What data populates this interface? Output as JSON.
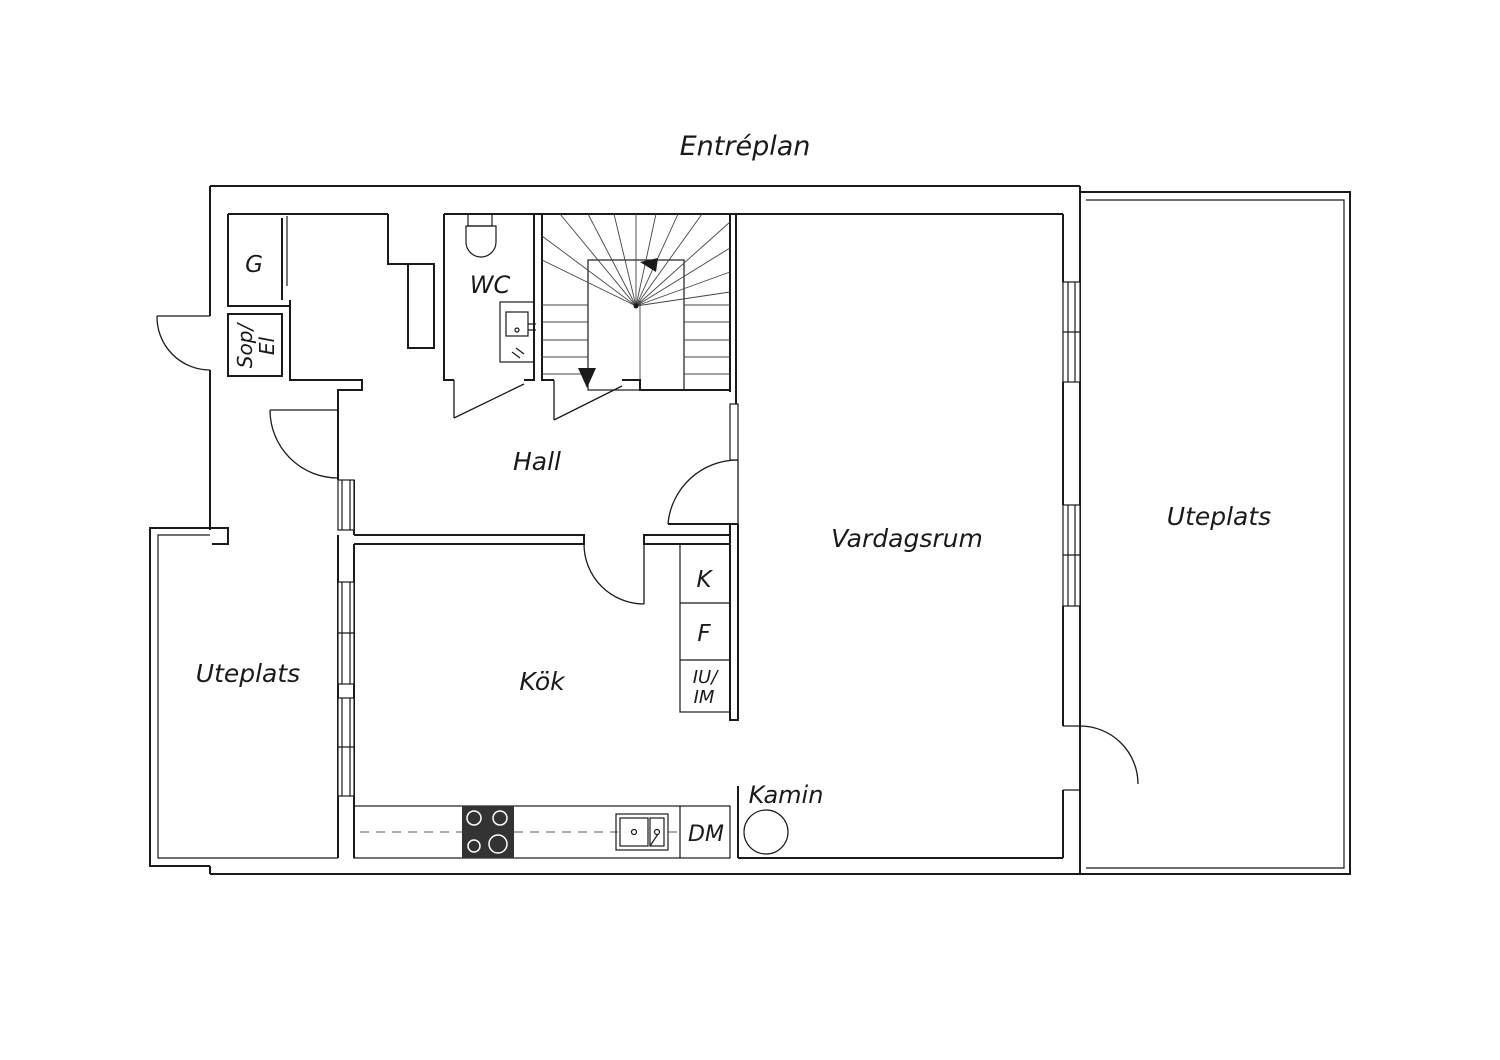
{
  "title": "Entréplan",
  "rooms": {
    "garderob": "G",
    "sop_el_line1": "Sop/",
    "sop_el_line2": "El",
    "wc": "WC",
    "hall": "Hall",
    "vardagsrum": "Vardagsrum",
    "uteplats_east": "Uteplats",
    "uteplats_west": "Uteplats",
    "kok": "Kök",
    "kamin": "Kamin"
  },
  "fixtures": {
    "kyl": "K",
    "frys": "F",
    "iu_line1": "IU/",
    "iu_line2": "IM",
    "dm": "DM"
  },
  "icons": {
    "stair_arrow_up": "triangle-arrow-icon",
    "stair_arrow_down": "triangle-arrow-icon",
    "stove": "stove-icon",
    "sink": "sink-icon",
    "toilet": "toilet-icon",
    "washbasin": "washbasin-icon",
    "fireplace": "fireplace-icon"
  },
  "colors": {
    "line": "#1a1a1a",
    "stove_fill": "#333333",
    "background": "#ffffff"
  }
}
